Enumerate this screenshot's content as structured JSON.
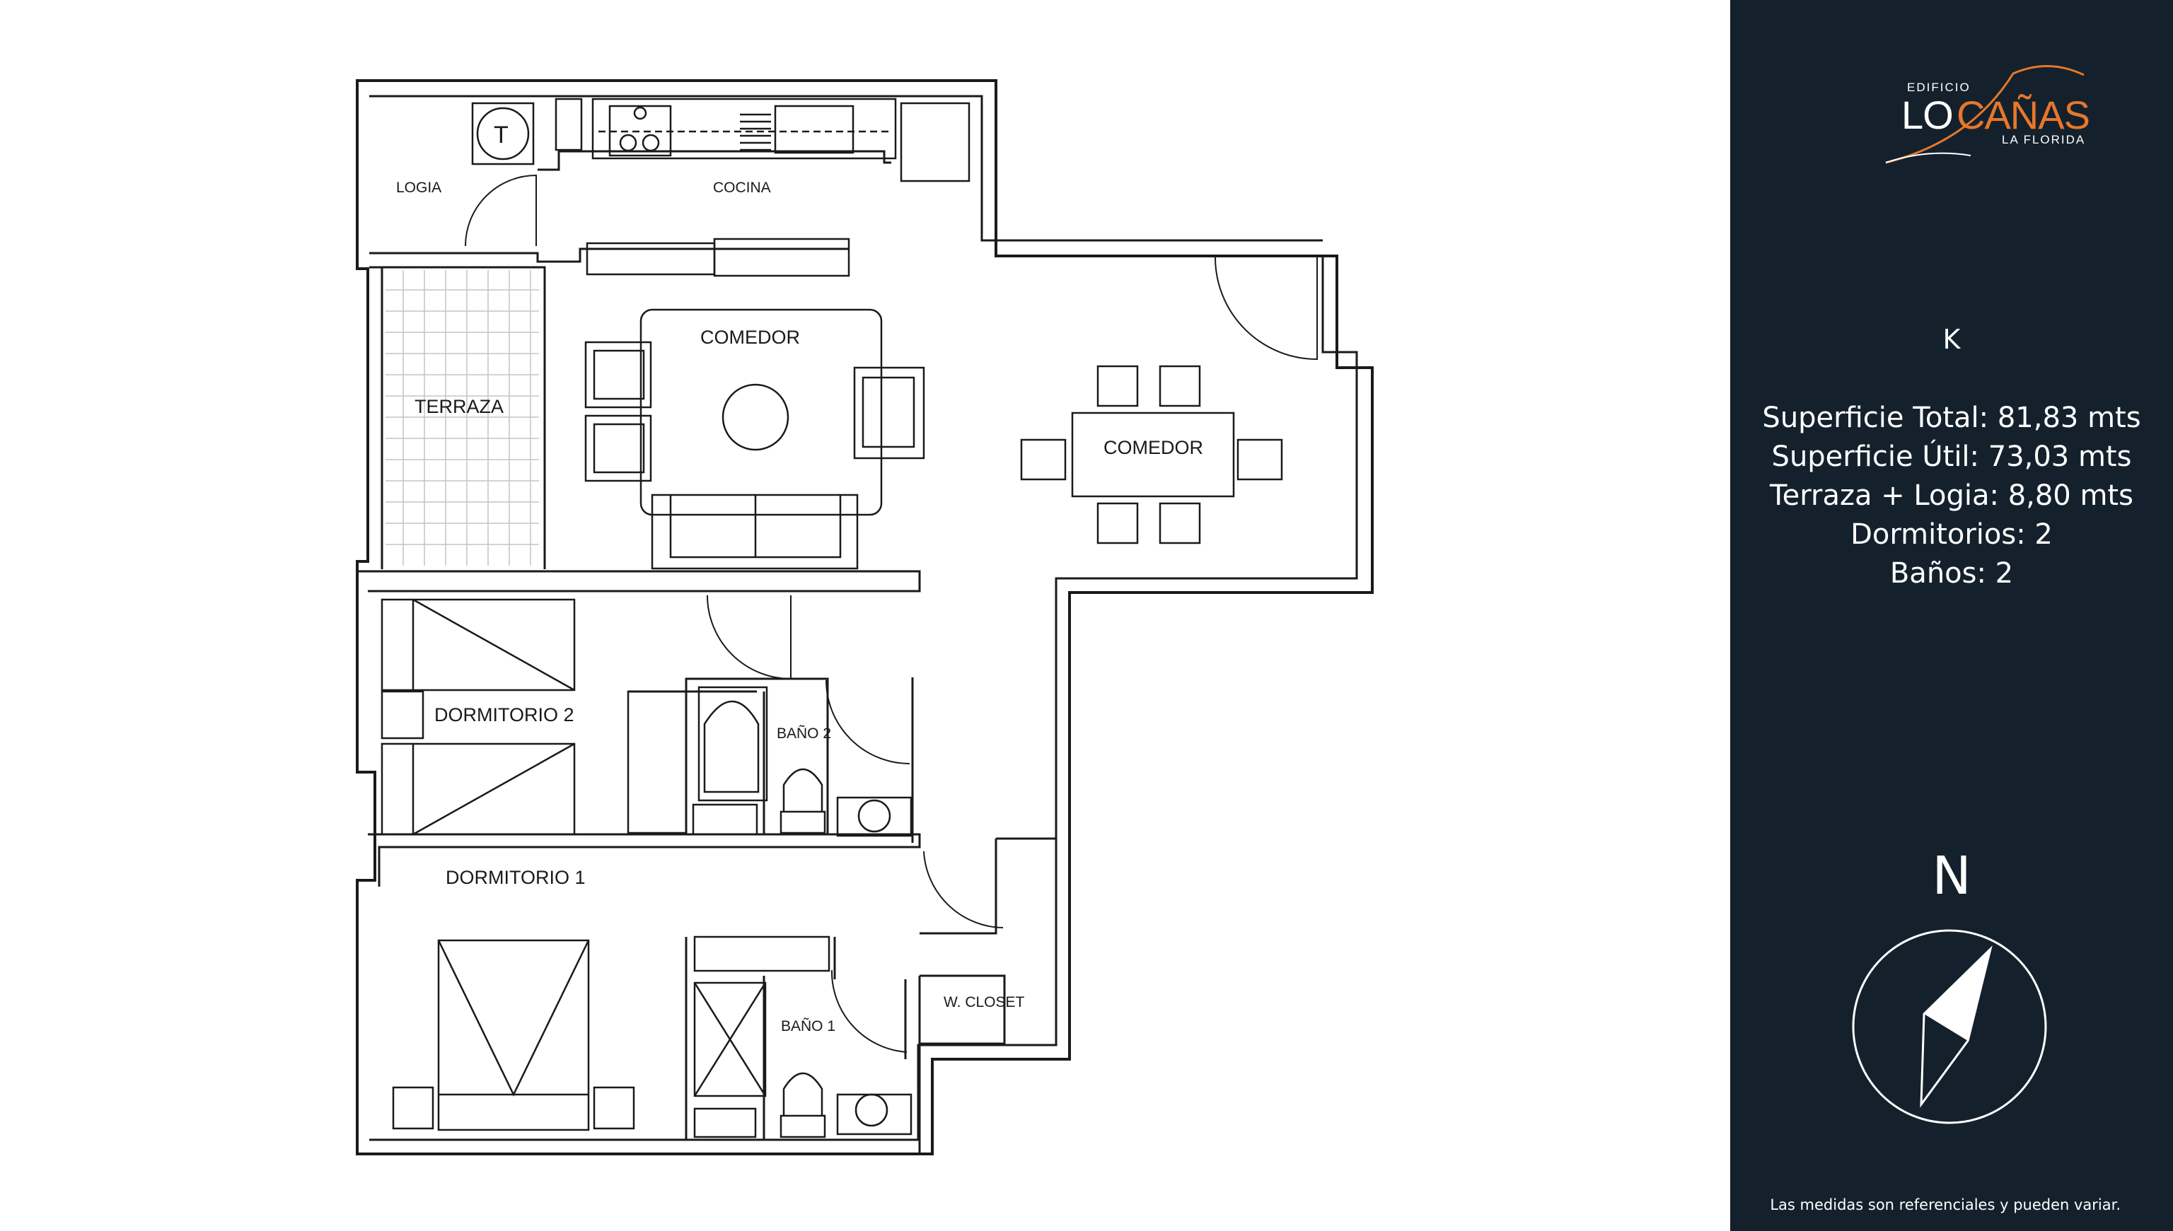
{
  "brand": {
    "prefix": "EDIFICIO",
    "name_part1": "LO",
    "name_part2": "CAÑAS",
    "location": "LA FLORIDA",
    "accent_color": "#e8772a"
  },
  "rooms": {
    "logia": "LOGIA",
    "cocina": "COCINA",
    "comedor_1": "COMEDOR",
    "comedor_2": "COMEDOR",
    "terraza": "TERRAZA",
    "dormitorio_2": "DORMITORIO 2",
    "bano_2": "BAÑO 2",
    "dormitorio_1": "DORMITORIO 1",
    "bano_1": "BAÑO 1",
    "w_closet": "W. CLOSET",
    "heater_label": "T"
  },
  "panel": {
    "background": "#14212d",
    "unit_type": "K",
    "specs": [
      "Superficie Total:  81,83 mts",
      "Superficie Útil:  73,03 mts",
      "Terraza + Logia: 8,80 mts",
      "Dormitorios: 2",
      "Baños: 2"
    ],
    "north_label": "N",
    "disclaimer": "Las medidas son referenciales y pueden variar."
  }
}
